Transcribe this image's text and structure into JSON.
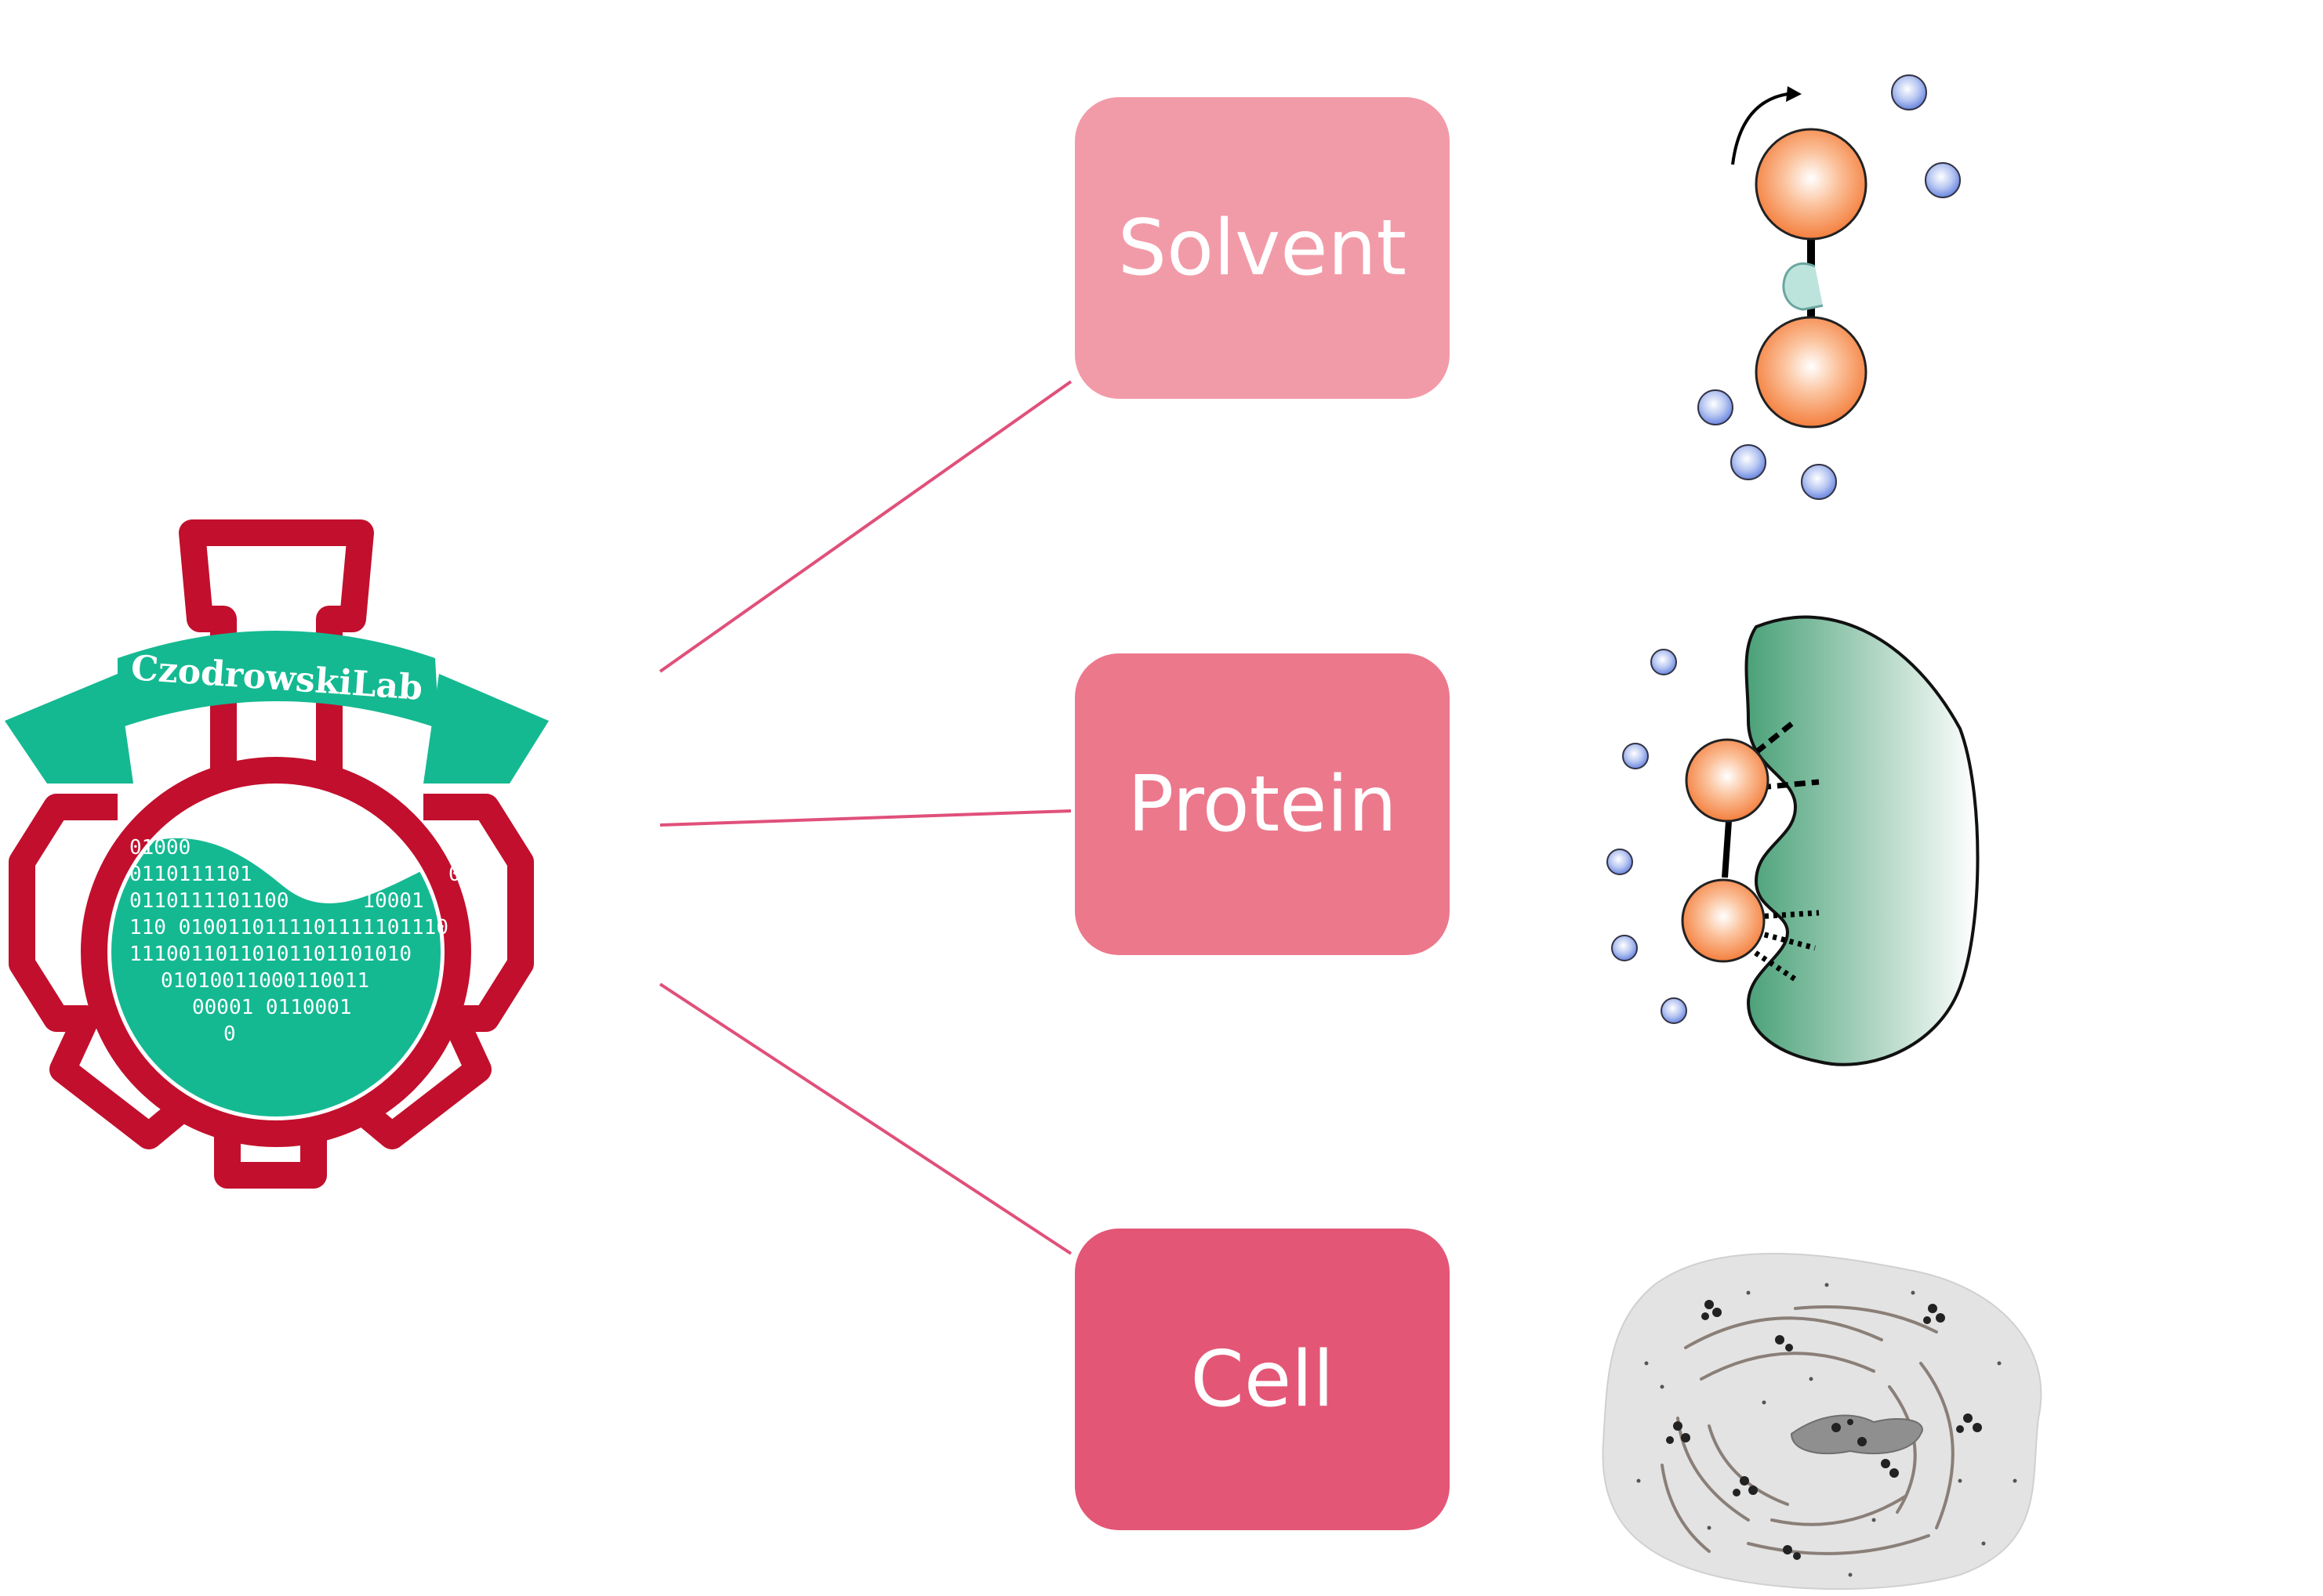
{
  "logo": {
    "text": "CzodrowskiLab",
    "binary_lines": [
      "01000",
      "0110111101                0",
      "0110111101100      10001",
      "110 0100110111101111101110",
      "11100110110101101101010",
      "01010011000110011",
      "00001 0110001",
      "0"
    ]
  },
  "boxes": [
    {
      "label": "Solvent",
      "color": "#f29ba8"
    },
    {
      "label": "Protein",
      "color": "#ec788c"
    },
    {
      "label": "Cell",
      "color": "#e35676"
    }
  ],
  "colors": {
    "connector": "#e0507a",
    "logo_red": "#c20f2d",
    "logo_teal": "#14b992",
    "atom_orange": "#f47f3e",
    "solvent_blue": "#6a86e0",
    "protein_green": "#4aa178"
  },
  "icons": {
    "solvent": "solvent-molecule-icon",
    "protein": "protein-binding-icon",
    "cell": "cell-icon"
  }
}
